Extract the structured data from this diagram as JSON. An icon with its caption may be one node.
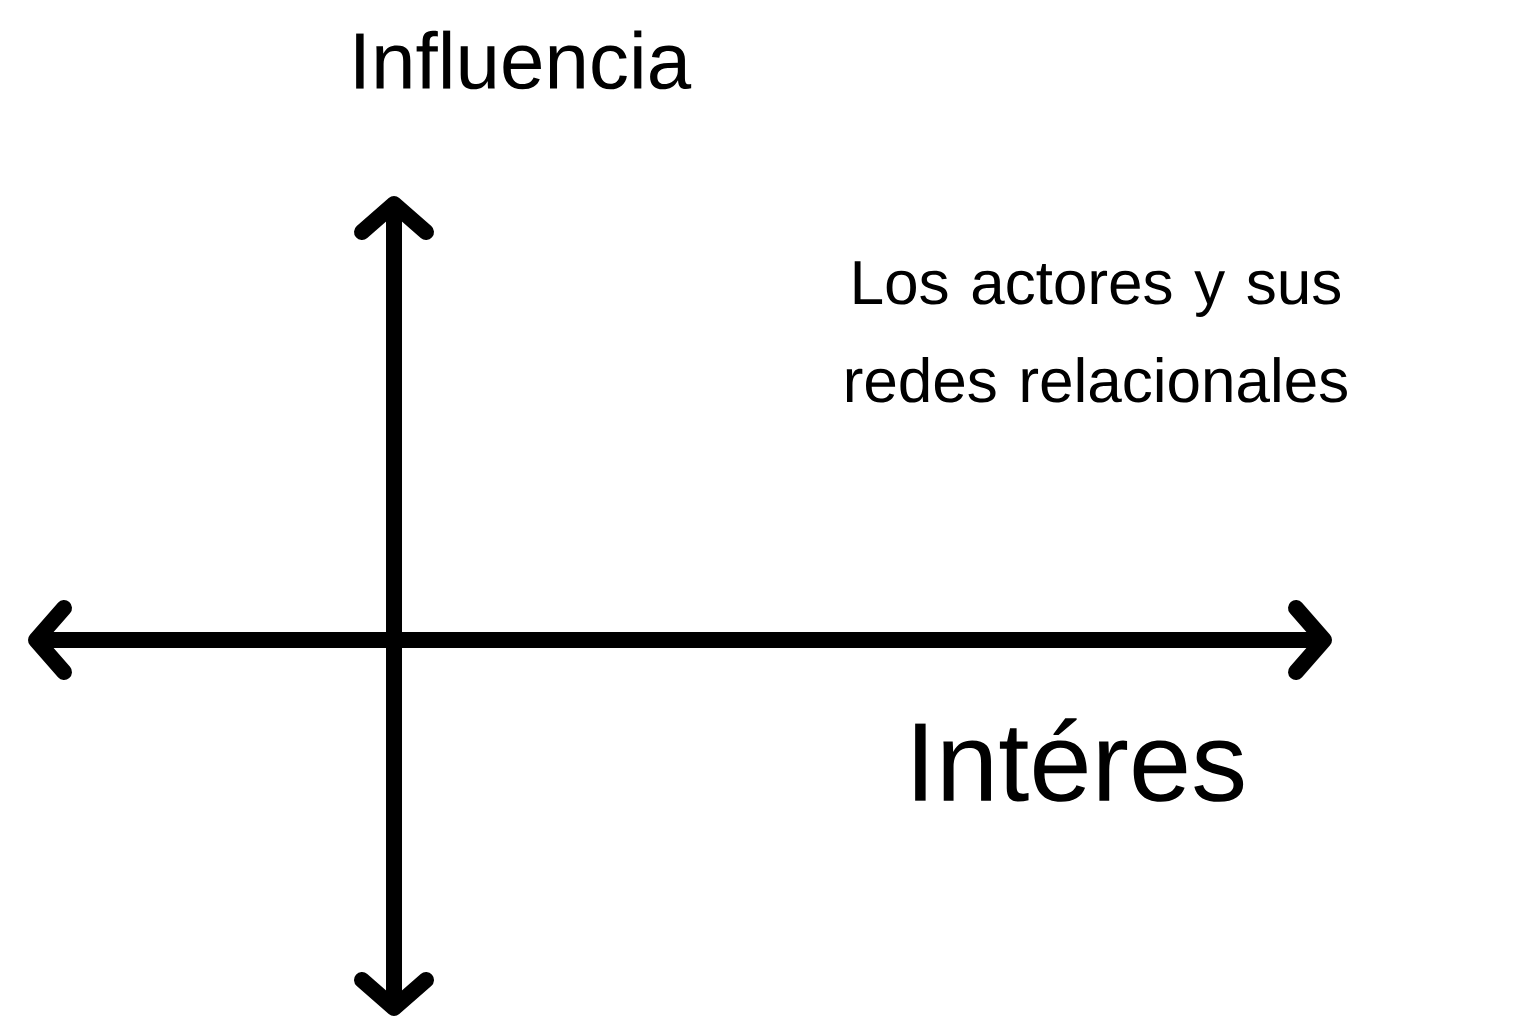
{
  "diagram": {
    "labels": [
      "Influencia",
      "Los actores y sus redes relacionales",
      "Intéres"
    ]
  }
}
